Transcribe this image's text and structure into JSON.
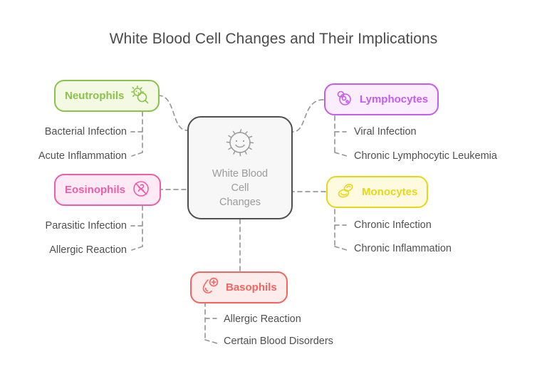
{
  "title": "White Blood Cell Changes and Their Implications",
  "center": {
    "label_lines": [
      "White Blood",
      "Cell",
      "Changes"
    ],
    "label_text": "White Blood Cell Changes",
    "icon": "spiky-cell-smiley-icon",
    "border_color": "#4f4f4f",
    "fill_color": "#f7f7f7",
    "text_color": "#9b9b9b"
  },
  "branches": [
    {
      "id": "neutrophils",
      "label": "Neutrophils",
      "icon": "cell-magnifier-icon",
      "icon_side": "right",
      "color": "#8bc34a",
      "fill": "#f4f9e4",
      "side": "left",
      "leaves": [
        "Bacterial Infection",
        "Acute Inflammation"
      ]
    },
    {
      "id": "eosinophils",
      "label": "Eosinophils",
      "icon": "crossed-cell-circle-icon",
      "icon_side": "right",
      "color": "#ef5da8",
      "fill": "#fdeaf4",
      "side": "left",
      "leaves": [
        "Parasitic Infection",
        "Allergic Reaction"
      ]
    },
    {
      "id": "lymphocytes",
      "label": "Lymphocytes",
      "icon": "two-cells-icon",
      "icon_side": "left",
      "color": "#c45cf2",
      "fill": "#faeefe",
      "side": "right",
      "leaves": [
        "Viral Infection",
        "Chronic Lymphocytic Leukemia"
      ]
    },
    {
      "id": "monocytes",
      "label": "Monocytes",
      "icon": "oval-cells-icon",
      "icon_side": "left",
      "color": "#e8d61a",
      "fill": "#fdfae0",
      "side": "right",
      "leaves": [
        "Chronic Infection",
        "Chronic Inflammation"
      ]
    },
    {
      "id": "basophils",
      "label": "Basophils",
      "icon": "blood-drop-plus-icon",
      "icon_side": "left",
      "color": "#f4655f",
      "fill": "#fdecec",
      "side": "bottom",
      "leaves": [
        "Allergic Reaction",
        "Certain Blood Disorders"
      ]
    }
  ],
  "connector": {
    "color": "#9a9a9a",
    "style": "dashed"
  }
}
